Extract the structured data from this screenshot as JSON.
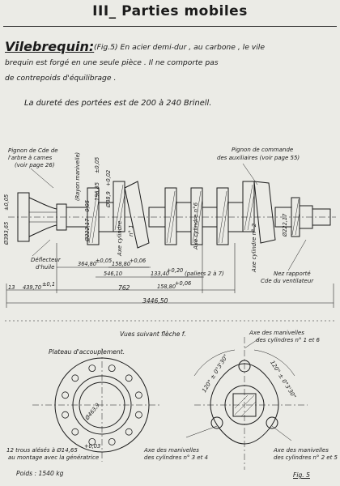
{
  "heading": "III_ Parties mobiles",
  "section": {
    "title": "Vilebrequin:",
    "line1": "(Fig.5) En acier demi-dur , au carbone , le vile",
    "line2": "brequin est forgé en une seule pièce . Il ne comporte pas",
    "line3": "de contrepoids d'équilibrage .",
    "hardness": "La dureté des portées est de 200 à 240 Brinell."
  },
  "drawing": {
    "pignon_cames": "Pignon de Cde de",
    "pignon_cames_2": "l'arbre à cames",
    "pignon_cames_ref": "(voir page 26)",
    "pignon_aux": "Pignon de commande",
    "pignon_aux_2": "des auxiliaires (voir page 55)",
    "deflecteur": "Déflecteur",
    "deflecteur_2": "d'huile",
    "axe_cyl1": "Axe cylindre",
    "axe_cyl1_n": "n° 1",
    "axe_cyl6": "Axe cylindre n°6",
    "axe_cyl2": "Axe cylindre n° 2",
    "rayon_manivelle": "(Rayon manivelle)",
    "paliers": "(paliers 2 à 7)",
    "nez_rapporte": "Nez rapporté",
    "ventilateur": "Cde du ventilateur",
    "dim_flange": "Ø393,65",
    "dim_flange_tol": "±0,05",
    "dim_crank": "Ø222,17",
    "dim_crank_tol": "-0,05",
    "dim_radius": "196,85",
    "dim_radius_tol": "±0,05",
    "dim_pin": "Ø88,9",
    "dim_pin_tol": "+0,02",
    "dim_crank_right": "Ø222,17",
    "dim_364": "364,80",
    "dim_364_tol": "±0,05",
    "dim_158a": "158,80",
    "dim_158a_tol": "+0,06",
    "dim_546": "546,10",
    "dim_133": "133,40",
    "dim_133_tol": "+0,20",
    "dim_158b": "158,80",
    "dim_158b_tol": "+0,06",
    "dim_439": "439,70",
    "dim_439_tol": "±0,1",
    "dim_762": "762",
    "dim_total": "3446,50",
    "dim_13": "13",
    "fig_number": "Fig. 5"
  },
  "views": {
    "caption": "Vues suivant flèche f.",
    "plateau": "Plateau d'accouplement.",
    "axe_16_a": "Axe des manivelles",
    "axe_16_b": "des cylindres n° 1 et 6",
    "axe_34_a": "Axe des manivelles",
    "axe_34_b": "des cylindres n° 3 et 4",
    "axe_25_a": "Axe des manivelles",
    "axe_25_b": "des cylindres n° 2 et 5",
    "angle_1": "120° ± 0°3'30\"",
    "angle_2": "120° ± 0°3'30\"",
    "dia_plateau": "Ø463,9",
    "trous_a": "12 trous alésés à Ø14,65",
    "trous_a_tol": "+0,03",
    "trous_b": "au montage avec la génératrice",
    "poids": "Poids : 1540 kg"
  },
  "colors": {
    "paper": "#ebebe6",
    "ink": "#1b1b1b"
  }
}
